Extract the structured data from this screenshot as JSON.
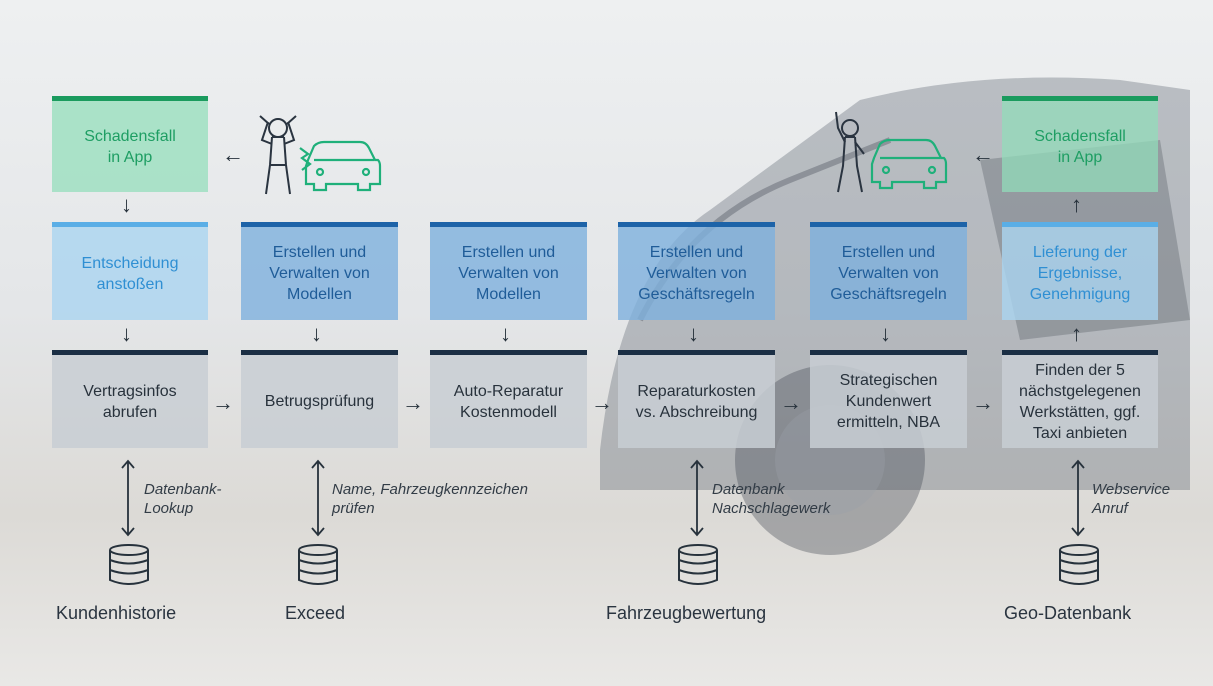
{
  "top": {
    "left_box": "Schadensfall\nin App",
    "right_box": "Schadensfall\nin App"
  },
  "decisions": [
    "Entscheidung\nanstoßen",
    "Erstellen und\nVerwalten von\nModellen",
    "Erstellen und\nVerwalten von\nModellen",
    "Erstellen und\nVerwalten von\nGeschäftsregeln",
    "Erstellen und\nVerwalten von\nGeschäftsregeln",
    "Lieferung der\nErgebnisse,\nGenehmigung"
  ],
  "steps": [
    "Vertragsinfos\nabrufen",
    "Betrugsprüfung",
    "Auto-Reparatur\nKostenmodell",
    "Reparaturkosten\nvs. Abschreibung",
    "Strategischen\nKundenwert\nermitteln, NBA",
    "Finden der 5\nnächstgelegenen\nWerkstätten, ggf.\nTaxi anbieten"
  ],
  "notes": [
    "Datenbank-\nLookup",
    "Name, Fahrzeugkennzeichen\nprüfen",
    "Datenbank\nNachschlagewerk",
    "Webservice\nAnruf"
  ],
  "databases": [
    "Kundenhistorie",
    "Exceed",
    "Fahrzeugbewertung",
    "Geo-Datenbank"
  ],
  "colors": {
    "green": "#1a9b5e",
    "light_blue": "#5aaee6",
    "medium_blue": "#1d63a8",
    "dark_navy": "#1b2f45"
  },
  "icons": [
    "person-stressed-icon",
    "crashed-car-icon",
    "person-waving-icon",
    "car-icon",
    "database-icon"
  ]
}
